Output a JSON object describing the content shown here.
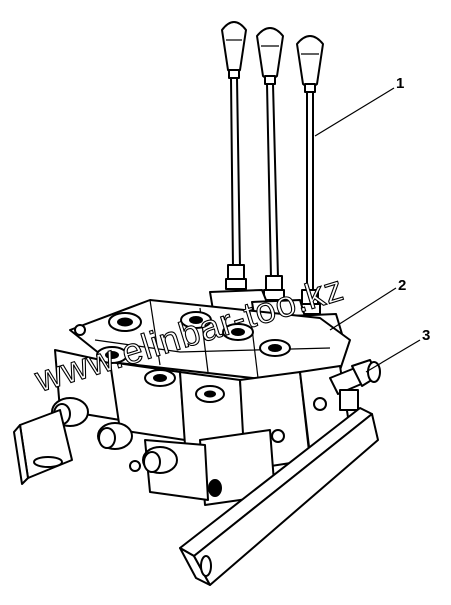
{
  "diagram": {
    "callouts": [
      {
        "id": "1",
        "label": "1"
      },
      {
        "id": "2",
        "label": "2"
      },
      {
        "id": "3",
        "label": "3"
      }
    ],
    "watermark": {
      "text": "www.elinbar-too.kz"
    }
  }
}
